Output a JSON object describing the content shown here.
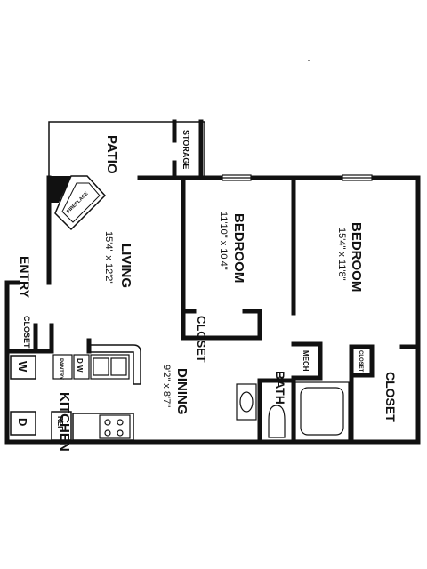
{
  "floorplan": {
    "rooms": {
      "patio": {
        "name": "PATIO"
      },
      "storage": {
        "name": "STORAGE"
      },
      "fireplace": {
        "name": "FIREPLACE"
      },
      "living": {
        "name": "LIVING",
        "dims": "15'4\" x 12'2\""
      },
      "bedroom1": {
        "name": "BEDROOM",
        "dims": "11'10\" x 10'4\""
      },
      "bedroom2": {
        "name": "BEDROOM",
        "dims": "15'4\" x 11'8\""
      },
      "closet_bed1": {
        "name": "CLOSET"
      },
      "entry": {
        "name": "ENTRY"
      },
      "closet_entry": {
        "name": "CLOSET"
      },
      "pantry": {
        "name": "PANTRY"
      },
      "dishwasher": {
        "name": "D W"
      },
      "washer": {
        "name": "W"
      },
      "dryer": {
        "name": "D"
      },
      "refrigerator": {
        "name": "REF"
      },
      "kitchen": {
        "name": "KITCHEN"
      },
      "dining": {
        "name": "DINING",
        "dims": "9'2\" x 8'7\""
      },
      "mech": {
        "name": "MECH"
      },
      "closet_small": {
        "name": "CLOSET"
      },
      "bath": {
        "name": "BATH"
      },
      "closet_main": {
        "name": "CLOSET"
      }
    }
  }
}
